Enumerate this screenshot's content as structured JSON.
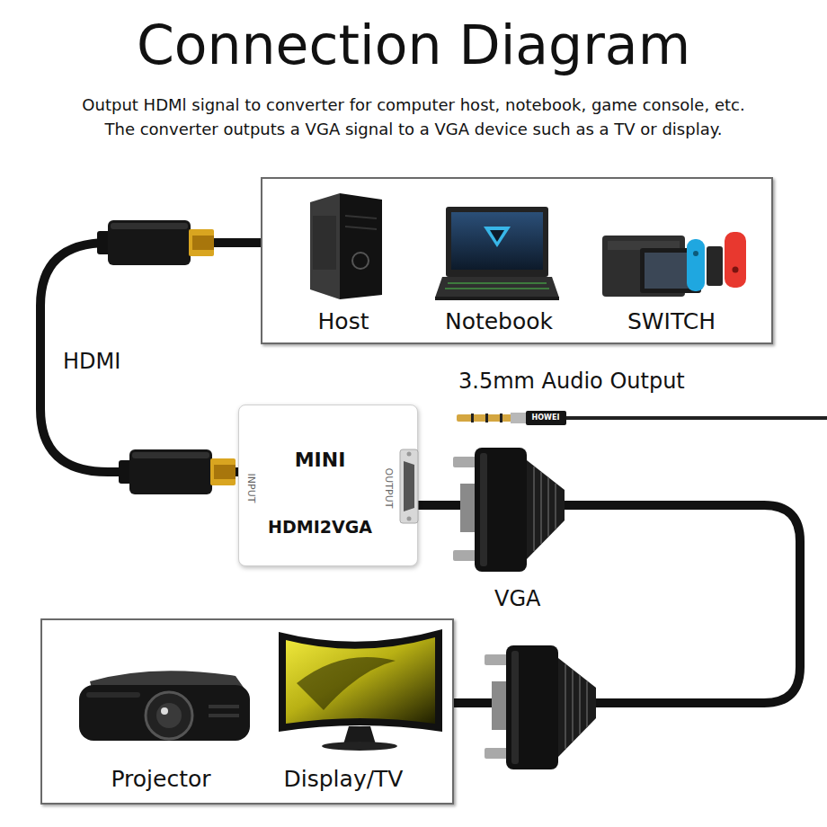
{
  "diagram": {
    "title": "Connection Diagram",
    "nodes": [
      {
        "text": [
          "Host",
          "Notebook",
          "SWITCH"
        ]
      },
      {
        "text": [
          "MINI",
          "HDMI2VGA",
          "INPUT",
          "OUTPUT"
        ]
      },
      {
        "text": [
          "Projector",
          "Display/TV"
        ]
      }
    ],
    "edges": [
      {
        "from": 0,
        "to": 1,
        "label": "HDMI",
        "arrow": "none"
      },
      {
        "from": 1,
        "to": 2,
        "label": "VGA",
        "arrow": "none"
      }
    ],
    "labels": [
      "Output HDMl signal to converter for computer host, notebook, game console, etc.",
      "The converter outputs a VGA signal to a VGA device such as a TV or display.",
      "3.5mm Audio Output",
      "HOWEI"
    ]
  }
}
